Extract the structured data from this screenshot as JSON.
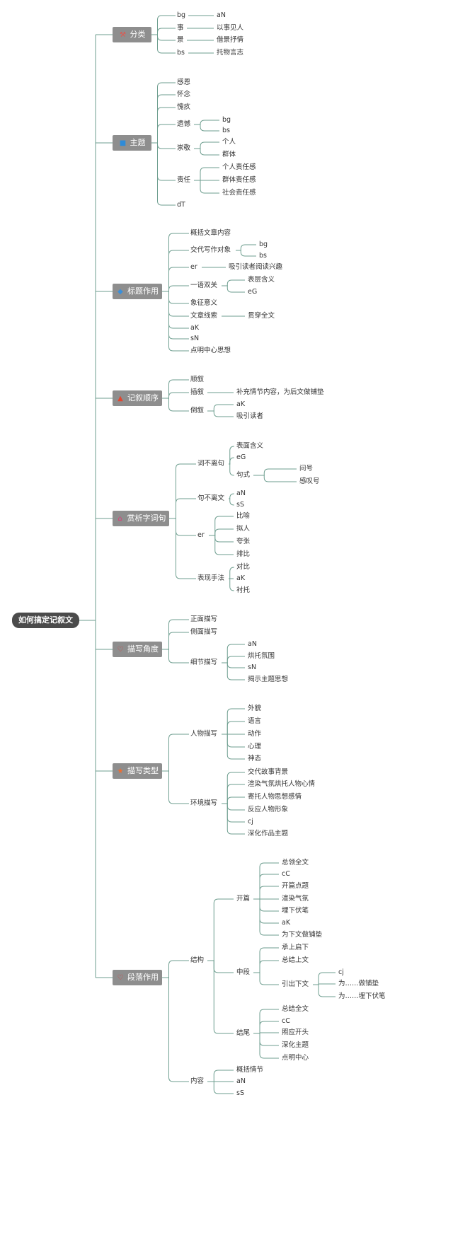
{
  "root": "如何搞定记叙文",
  "colors": {
    "line": "#6e9e8f",
    "box": "#8e8e8e",
    "root": "#4b4b4b"
  },
  "branches": [
    {
      "label": "分类",
      "icon": "hammer-icon",
      "icon_color": "#e0574f",
      "children": [
        {
          "label": "bg",
          "children": [
            {
              "label": "aN"
            }
          ]
        },
        {
          "label": "事",
          "children": [
            {
              "label": "以事见人"
            }
          ]
        },
        {
          "label": "景",
          "children": [
            {
              "label": "借景抒情"
            }
          ]
        },
        {
          "label": "bs",
          "children": [
            {
              "label": "托物言志"
            }
          ]
        }
      ]
    },
    {
      "label": "主题",
      "icon": "flag-icon",
      "icon_color": "#2e8bd8",
      "children": [
        {
          "label": "感恩"
        },
        {
          "label": "怀念"
        },
        {
          "label": "愧疚"
        },
        {
          "label": "遗憾",
          "children": [
            {
              "label": "bg"
            },
            {
              "label": "bs"
            }
          ]
        },
        {
          "label": "崇敬",
          "children": [
            {
              "label": "个人"
            },
            {
              "label": "群体"
            }
          ]
        },
        {
          "label": "责任",
          "children": [
            {
              "label": "个人责任感"
            },
            {
              "label": "群体责任感"
            },
            {
              "label": "社会责任感"
            }
          ]
        },
        {
          "label": "dT"
        }
      ]
    },
    {
      "label": "标题作用",
      "icon": "drop-icon",
      "icon_color": "#3b8fd9",
      "children": [
        {
          "label": "概括文章内容"
        },
        {
          "label": "交代写作对象",
          "children": [
            {
              "label": "bg"
            },
            {
              "label": "bs"
            }
          ]
        },
        {
          "label": "er",
          "children": [
            {
              "label": "吸引读者阅读兴趣"
            }
          ]
        },
        {
          "label": "一语双关",
          "children": [
            {
              "label": "表层含义"
            },
            {
              "label": "eG"
            }
          ]
        },
        {
          "label": "象征意义"
        },
        {
          "label": "文章线索",
          "children": [
            {
              "label": "贯穿全文"
            }
          ]
        },
        {
          "label": "aK"
        },
        {
          "label": "sN"
        },
        {
          "label": "点明中心思想"
        }
      ]
    },
    {
      "label": "记叙顺序",
      "icon": "fire-icon",
      "icon_color": "#e2452f",
      "children": [
        {
          "label": "顺叙"
        },
        {
          "label": "插叙",
          "children": [
            {
              "label": "补充情节内容，为后文做铺垫"
            }
          ]
        },
        {
          "label": "倒叙",
          "children": [
            {
              "label": "aK"
            },
            {
              "label": "吸引读者"
            }
          ]
        }
      ]
    },
    {
      "label": "赏析字词句",
      "icon": "house-icon",
      "icon_color": "#d9407a",
      "children": [
        {
          "label": "词不离句",
          "children": [
            {
              "label": "表面含义"
            },
            {
              "label": "eG"
            },
            {
              "label": "句式",
              "children": [
                {
                  "label": "问号"
                },
                {
                  "label": "感叹号"
                }
              ]
            }
          ]
        },
        {
          "label": "句不离文",
          "children": [
            {
              "label": "aN"
            },
            {
              "label": "sS"
            }
          ]
        },
        {
          "label": "er",
          "children": [
            {
              "label": "比喻"
            },
            {
              "label": "拟人"
            },
            {
              "label": "夸张"
            },
            {
              "label": "排比"
            }
          ]
        },
        {
          "label": "表现手法",
          "children": [
            {
              "label": "对比"
            },
            {
              "label": "aK"
            },
            {
              "label": "衬托"
            }
          ]
        }
      ]
    },
    {
      "label": "描写角度",
      "icon": "heart-icon",
      "icon_color": "#d93c3c",
      "children": [
        {
          "label": "正面描写"
        },
        {
          "label": "侧面描写"
        },
        {
          "label": "细节描写",
          "children": [
            {
              "label": "aN"
            },
            {
              "label": "烘托氛围"
            },
            {
              "label": "sN"
            },
            {
              "label": "揭示主题思想"
            }
          ]
        }
      ]
    },
    {
      "label": "描写类型",
      "icon": "star-icon",
      "icon_color": "#ef6c2f",
      "children": [
        {
          "label": "人物描写",
          "children": [
            {
              "label": "外貌"
            },
            {
              "label": "语言"
            },
            {
              "label": "动作"
            },
            {
              "label": "心理"
            },
            {
              "label": "神态"
            }
          ]
        },
        {
          "label": "环境描写",
          "children": [
            {
              "label": "交代故事背景"
            },
            {
              "label": "渲染气氛烘托人物心情"
            },
            {
              "label": "寄托人物思想感情"
            },
            {
              "label": "反应人物形象"
            },
            {
              "label": "cj"
            },
            {
              "label": "深化作品主题"
            }
          ]
        }
      ]
    },
    {
      "label": "段落作用",
      "icon": "heart-icon",
      "icon_color": "#d93c3c",
      "children": [
        {
          "label": "结构",
          "children": [
            {
              "label": "开篇",
              "children": [
                {
                  "label": "总领全文"
                },
                {
                  "label": "cC"
                },
                {
                  "label": "开篇点题"
                },
                {
                  "label": "渲染气氛"
                },
                {
                  "label": "埋下伏笔"
                },
                {
                  "label": "aK"
                },
                {
                  "label": "为下文做铺垫"
                }
              ]
            },
            {
              "label": "中段",
              "children": [
                {
                  "label": "承上启下"
                },
                {
                  "label": "总结上文"
                },
                {
                  "label": "引出下文",
                  "children": [
                    {
                      "label": "cj"
                    },
                    {
                      "label": "为……做铺垫"
                    },
                    {
                      "label": "为……埋下伏笔"
                    }
                  ]
                }
              ]
            },
            {
              "label": "结尾",
              "children": [
                {
                  "label": "总结全文"
                },
                {
                  "label": "cC"
                },
                {
                  "label": "照应开头"
                },
                {
                  "label": "深化主题"
                },
                {
                  "label": "点明中心"
                }
              ]
            }
          ]
        },
        {
          "label": "内容",
          "children": [
            {
              "label": "概括情节"
            },
            {
              "label": "aN"
            },
            {
              "label": "sS"
            }
          ]
        }
      ]
    }
  ]
}
